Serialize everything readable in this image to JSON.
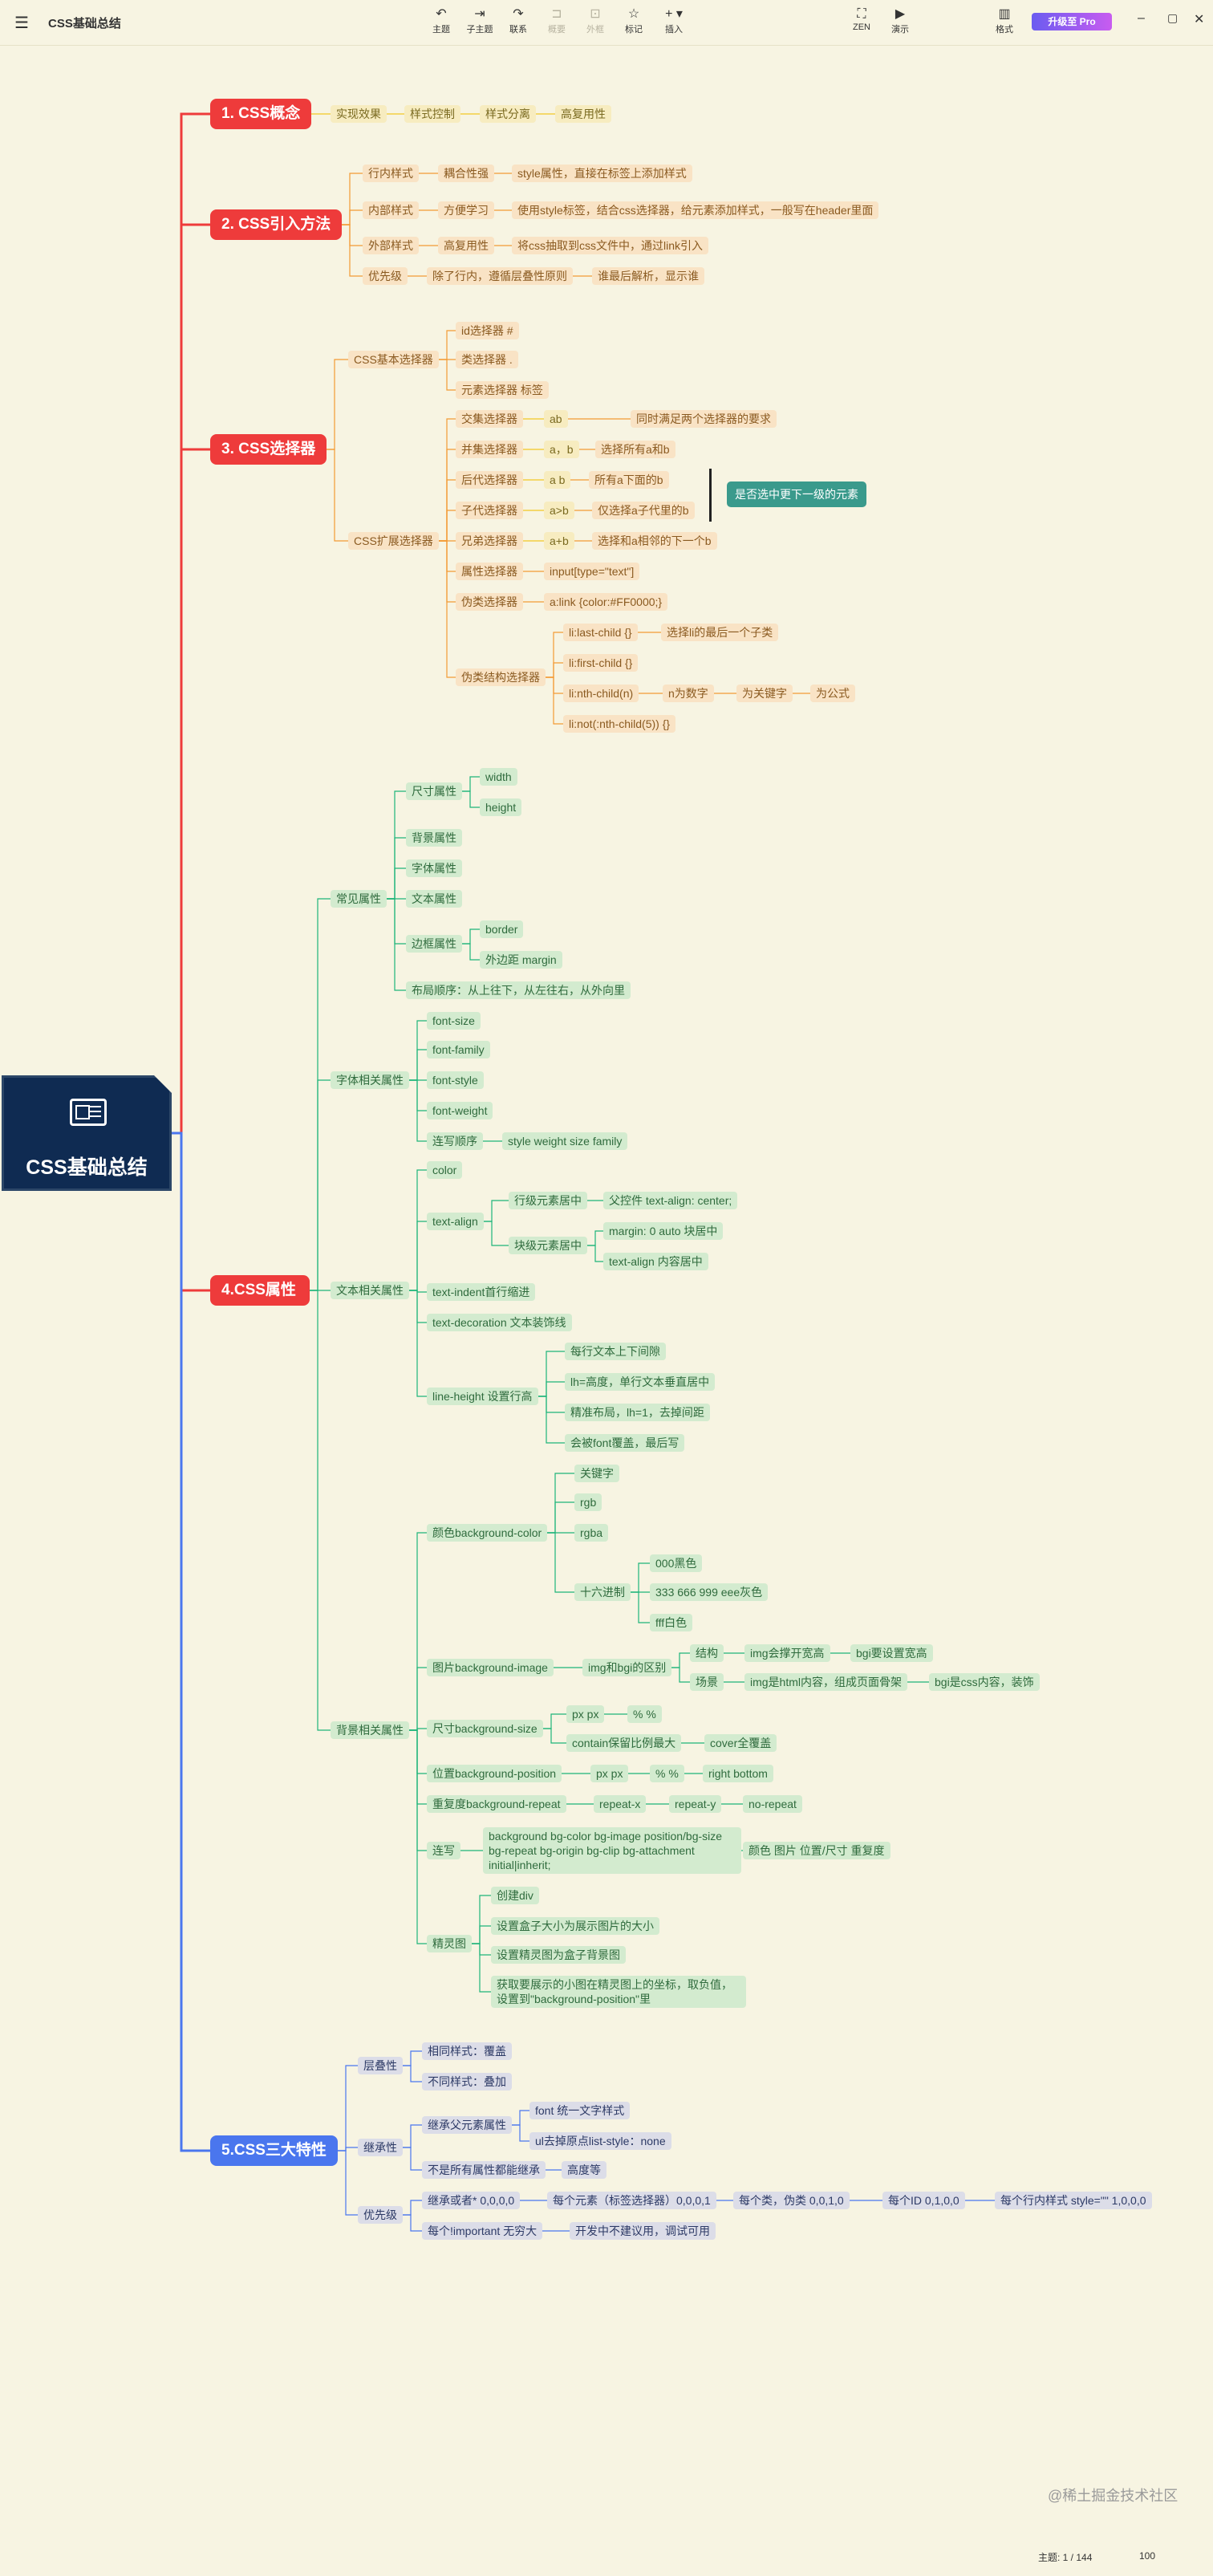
{
  "app": {
    "title": "CSS基础总结"
  },
  "toolbar": {
    "topic": "主题",
    "subtopic": "子主题",
    "relation": "联系",
    "summary": "概要",
    "boundary": "外框",
    "marker": "标记",
    "insert": "插入",
    "zen": "ZEN",
    "present": "演示",
    "format": "格式",
    "upgrade": "升级至 Pro"
  },
  "root": {
    "title": "CSS基础总结"
  },
  "watermark": "@稀土掘金技术社区",
  "status": {
    "topics": "主题: 1 / 144",
    "zoom": "100"
  },
  "colors": {
    "c1": "#ee3b3b",
    "c2": "#f39a34",
    "c3": "#f2c823",
    "c4": "#1eb57a",
    "c5": "#4a76ee"
  },
  "nodes": [
    {
      "id": "b1",
      "t": "1. CSS概念"
    },
    {
      "id": "b1a",
      "t": "实现效果"
    },
    {
      "id": "b1b",
      "t": "样式控制"
    },
    {
      "id": "b1c",
      "t": "样式分离"
    },
    {
      "id": "b1d",
      "t": "高复用性"
    },
    {
      "id": "b2",
      "t": "2. CSS引入方法"
    },
    {
      "id": "b2a",
      "t": "行内样式"
    },
    {
      "id": "b2a1",
      "t": "耦合性强"
    },
    {
      "id": "b2a2",
      "t": "style属性，直接在标签上添加样式"
    },
    {
      "id": "b2b",
      "t": "内部样式"
    },
    {
      "id": "b2b1",
      "t": "方便学习"
    },
    {
      "id": "b2b2",
      "t": "使用style标签，结合css选择器，给元素添加样式，一般写在header里面"
    },
    {
      "id": "b2c",
      "t": "外部样式"
    },
    {
      "id": "b2c1",
      "t": "高复用性"
    },
    {
      "id": "b2c2",
      "t": "将css抽取到css文件中，通过link引入"
    },
    {
      "id": "b2d",
      "t": "优先级"
    },
    {
      "id": "b2d1",
      "t": "除了行内，遵循层叠性原则"
    },
    {
      "id": "b2d2",
      "t": "谁最后解析，显示谁"
    },
    {
      "id": "b3",
      "t": "3. CSS选择器"
    },
    {
      "id": "b3a",
      "t": "CSS基本选择器"
    },
    {
      "id": "b3a1",
      "t": "id选择器 #"
    },
    {
      "id": "b3a2",
      "t": "类选择器 ."
    },
    {
      "id": "b3a3",
      "t": "元素选择器 标签"
    },
    {
      "id": "b3b",
      "t": "CSS扩展选择器"
    },
    {
      "id": "b3b1",
      "t": "交集选择器"
    },
    {
      "id": "b3b1v",
      "t": "ab"
    },
    {
      "id": "b3b1d",
      "t": "同时满足两个选择器的要求"
    },
    {
      "id": "b3b2",
      "t": "并集选择器"
    },
    {
      "id": "b3b2v",
      "t": "a，b"
    },
    {
      "id": "b3b2d",
      "t": "选择所有a和b"
    },
    {
      "id": "b3b3",
      "t": "后代选择器"
    },
    {
      "id": "b3b3v",
      "t": "a b"
    },
    {
      "id": "b3b3d",
      "t": "所有a下面的b"
    },
    {
      "id": "b3b4",
      "t": "子代选择器"
    },
    {
      "id": "b3b4v",
      "t": "a>b"
    },
    {
      "id": "b3b4d",
      "t": "仅选择a子代里的b"
    },
    {
      "id": "b3b5",
      "t": "兄弟选择器"
    },
    {
      "id": "b3b5v",
      "t": "a+b"
    },
    {
      "id": "b3b5d",
      "t": "选择和a相邻的下一个b"
    },
    {
      "id": "b3b6",
      "t": "属性选择器"
    },
    {
      "id": "b3b6v",
      "t": "input[type=\"text\"]"
    },
    {
      "id": "b3b7",
      "t": "伪类选择器"
    },
    {
      "id": "b3b7v",
      "t": "a:link {color:#FF0000;}"
    },
    {
      "id": "b3b8",
      "t": "伪类结构选择器"
    },
    {
      "id": "b3b8a",
      "t": "li:last-child {}"
    },
    {
      "id": "b3b8ad",
      "t": "选择li的最后一个子类"
    },
    {
      "id": "b3b8b",
      "t": "li:first-child {}"
    },
    {
      "id": "b3b8c",
      "t": "li:nth-child(n)"
    },
    {
      "id": "b3b8c1",
      "t": "n为数字"
    },
    {
      "id": "b3b8c2",
      "t": "为关键字"
    },
    {
      "id": "b3b8c3",
      "t": "为公式"
    },
    {
      "id": "b3b8d",
      "t": "li:not(:nth-child(5)) {}"
    },
    {
      "id": "b4",
      "t": "4.CSS属性"
    },
    {
      "id": "b4a",
      "t": "常见属性"
    },
    {
      "id": "b4a1",
      "t": "尺寸属性"
    },
    {
      "id": "b4a1a",
      "t": "width"
    },
    {
      "id": "b4a1b",
      "t": "height"
    },
    {
      "id": "b4a2",
      "t": "背景属性"
    },
    {
      "id": "b4a3",
      "t": "字体属性"
    },
    {
      "id": "b4a4",
      "t": "文本属性"
    },
    {
      "id": "b4a5",
      "t": "边框属性"
    },
    {
      "id": "b4a5a",
      "t": "border"
    },
    {
      "id": "b4a5b",
      "t": "外边距 margin"
    },
    {
      "id": "b4a6",
      "t": "布局顺序：从上往下，从左往右，从外向里"
    },
    {
      "id": "b4b",
      "t": "字体相关属性"
    },
    {
      "id": "b4b1",
      "t": "font-size"
    },
    {
      "id": "b4b2",
      "t": "font-family"
    },
    {
      "id": "b4b3",
      "t": "font-style"
    },
    {
      "id": "b4b4",
      "t": "font-weight"
    },
    {
      "id": "b4b5",
      "t": "连写顺序"
    },
    {
      "id": "b4b5a",
      "t": "style weight size family"
    },
    {
      "id": "b4c",
      "t": "文本相关属性"
    },
    {
      "id": "b4c1",
      "t": "color"
    },
    {
      "id": "b4c2",
      "t": "text-align"
    },
    {
      "id": "b4c2a",
      "t": "行级元素居中"
    },
    {
      "id": "b4c2a1",
      "t": "父控件 text-align: center;"
    },
    {
      "id": "b4c2b",
      "t": "块级元素居中"
    },
    {
      "id": "b4c2b1",
      "t": "margin: 0 auto   块居中"
    },
    {
      "id": "b4c2b2",
      "t": "text-align  内容居中"
    },
    {
      "id": "b4c3",
      "t": "text-indent首行缩进"
    },
    {
      "id": "b4c4",
      "t": "text-decoration 文本装饰线"
    },
    {
      "id": "b4c5",
      "t": "line-height  设置行高"
    },
    {
      "id": "b4c5a",
      "t": "每行文本上下间隙"
    },
    {
      "id": "b4c5b",
      "t": "lh=高度，单行文本垂直居中"
    },
    {
      "id": "b4c5c",
      "t": "精准布局，lh=1，去掉间距"
    },
    {
      "id": "b4c5d",
      "t": "会被font覆盖，最后写"
    },
    {
      "id": "b4d",
      "t": "背景相关属性"
    },
    {
      "id": "b4d1",
      "t": "颜色background-color"
    },
    {
      "id": "b4d1a",
      "t": "关键字"
    },
    {
      "id": "b4d1b",
      "t": "rgb"
    },
    {
      "id": "b4d1c",
      "t": "rgba"
    },
    {
      "id": "b4d1d",
      "t": "十六进制"
    },
    {
      "id": "b4d1d1",
      "t": "000黑色"
    },
    {
      "id": "b4d1d2",
      "t": "333 666 999 eee灰色"
    },
    {
      "id": "b4d1d3",
      "t": "fff白色"
    },
    {
      "id": "b4d2",
      "t": "图片background-image"
    },
    {
      "id": "b4d2a",
      "t": "img和bgi的区别"
    },
    {
      "id": "b4d2a1",
      "t": "结构"
    },
    {
      "id": "b4d2a1a",
      "t": "img会撑开宽高"
    },
    {
      "id": "b4d2a1b",
      "t": "bgi要设置宽高"
    },
    {
      "id": "b4d2a2",
      "t": "场景"
    },
    {
      "id": "b4d2a2a",
      "t": "img是html内容，组成页面骨架"
    },
    {
      "id": "b4d2a2b",
      "t": "bgi是css内容，装饰"
    },
    {
      "id": "b4d3",
      "t": "尺寸background-size"
    },
    {
      "id": "b4d3a",
      "t": "px px"
    },
    {
      "id": "b4d3a1",
      "t": "% %"
    },
    {
      "id": "b4d3b",
      "t": "contain保留比例最大"
    },
    {
      "id": "b4d3b1",
      "t": "cover全覆盖"
    },
    {
      "id": "b4d4",
      "t": "位置background-position"
    },
    {
      "id": "b4d4a",
      "t": "px px"
    },
    {
      "id": "b4d4b",
      "t": "% %"
    },
    {
      "id": "b4d4c",
      "t": "right bottom"
    },
    {
      "id": "b4d5",
      "t": "重复度background-repeat"
    },
    {
      "id": "b4d5a",
      "t": "repeat-x"
    },
    {
      "id": "b4d5b",
      "t": "repeat-y"
    },
    {
      "id": "b4d5c",
      "t": "no-repeat"
    },
    {
      "id": "b4d6",
      "t": "连写"
    },
    {
      "id": "b4d6a",
      "t": "background bg-color bg-image position/bg-size bg-repeat bg-origin bg-clip bg-attachment initial|inherit;"
    },
    {
      "id": "b4d6b",
      "t": "颜色 图片 位置/尺寸 重复度"
    },
    {
      "id": "b4d7",
      "t": "精灵图"
    },
    {
      "id": "b4d7a",
      "t": "创建div"
    },
    {
      "id": "b4d7b",
      "t": "设置盒子大小为展示图片的大小"
    },
    {
      "id": "b4d7c",
      "t": "设置精灵图为盒子背景图"
    },
    {
      "id": "b4d7d",
      "t": "获取要展示的小图在精灵图上的坐标，取负值，设置到\"background-position\"里"
    },
    {
      "id": "b5",
      "t": "5.CSS三大特性"
    },
    {
      "id": "b5a",
      "t": "层叠性"
    },
    {
      "id": "b5a1",
      "t": "相同样式：覆盖"
    },
    {
      "id": "b5a2",
      "t": "不同样式：叠加"
    },
    {
      "id": "b5b",
      "t": "继承性"
    },
    {
      "id": "b5b1",
      "t": "继承父元素属性"
    },
    {
      "id": "b5b1a",
      "t": "font 统一文字样式"
    },
    {
      "id": "b5b1b",
      "t": "ul去掉原点list-style：none"
    },
    {
      "id": "b5b2",
      "t": "不是所有属性都能继承"
    },
    {
      "id": "b5b2a",
      "t": "高度等"
    },
    {
      "id": "b5c",
      "t": "优先级"
    },
    {
      "id": "b5c1",
      "t": "继承或者*   0,0,0,0"
    },
    {
      "id": "b5c1a",
      "t": "每个元素（标签选择器）0,0,0,1"
    },
    {
      "id": "b5c1b",
      "t": "每个类，伪类     0,0,1,0"
    },
    {
      "id": "b5c1c",
      "t": "每个ID     0,1,0,0"
    },
    {
      "id": "b5c1d",
      "t": "每个行内样式 style=\"\"  1,0,0,0"
    },
    {
      "id": "b5c2",
      "t": "每个!important   无穷大"
    },
    {
      "id": "b5c2a",
      "t": "开发中不建议用，调试可用"
    }
  ],
  "tooltip": "是否选中更下一级的元素"
}
